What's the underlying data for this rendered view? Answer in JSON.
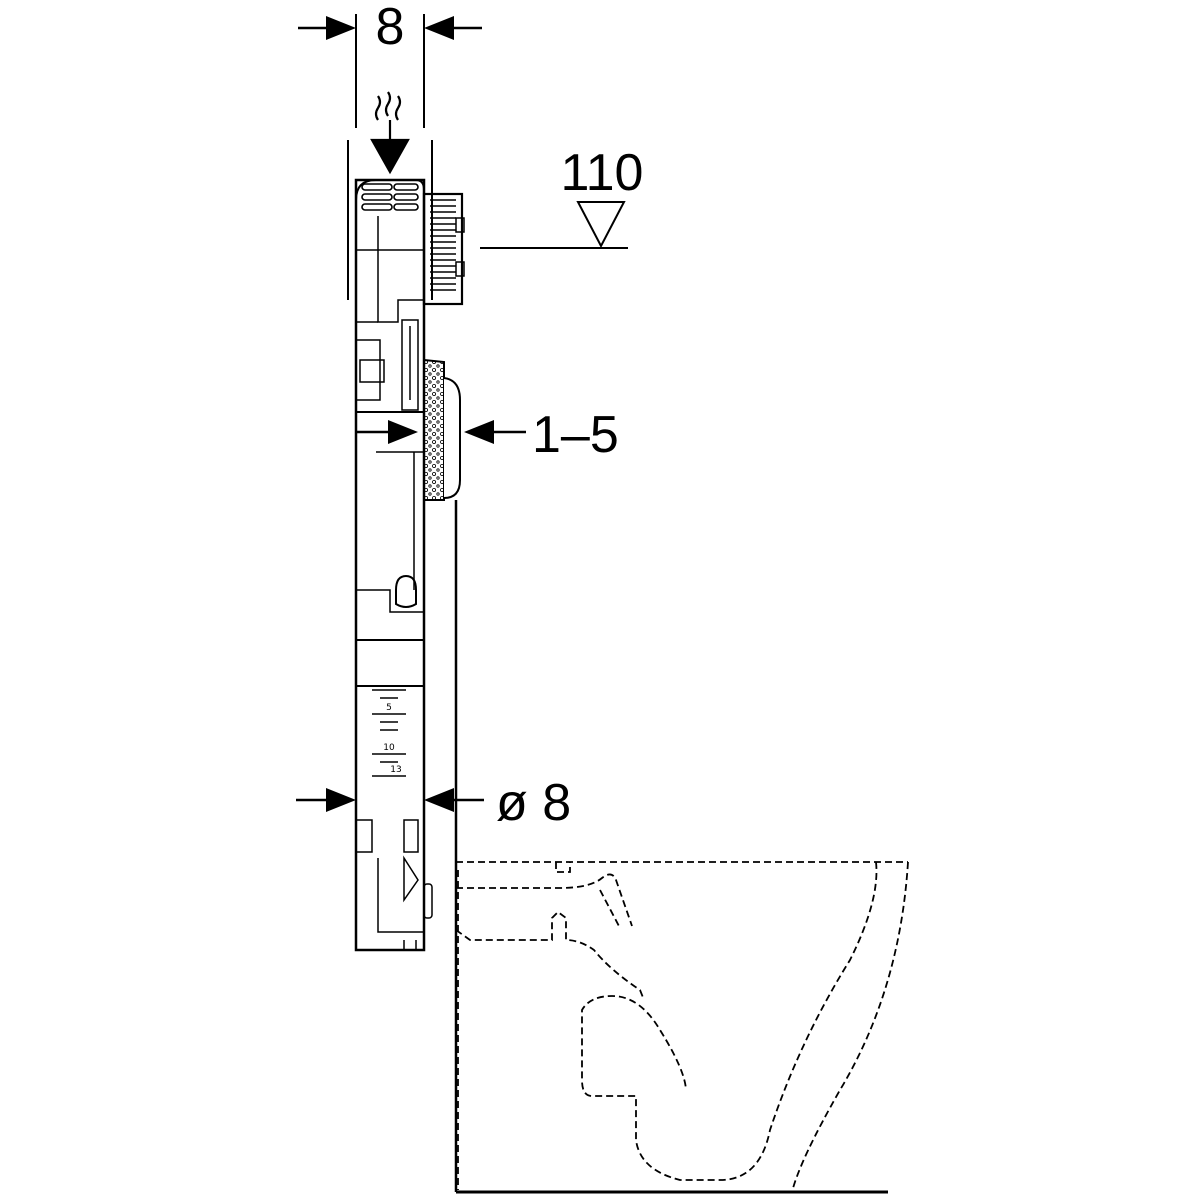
{
  "dimensions": {
    "top_width": "8",
    "height_mark": "110",
    "wall_gap": "1–5",
    "diameter": "ø 8"
  },
  "scale": {
    "marks": [
      "5",
      "10",
      "13"
    ]
  },
  "colors": {
    "line": "#000000",
    "background": "#ffffff"
  }
}
